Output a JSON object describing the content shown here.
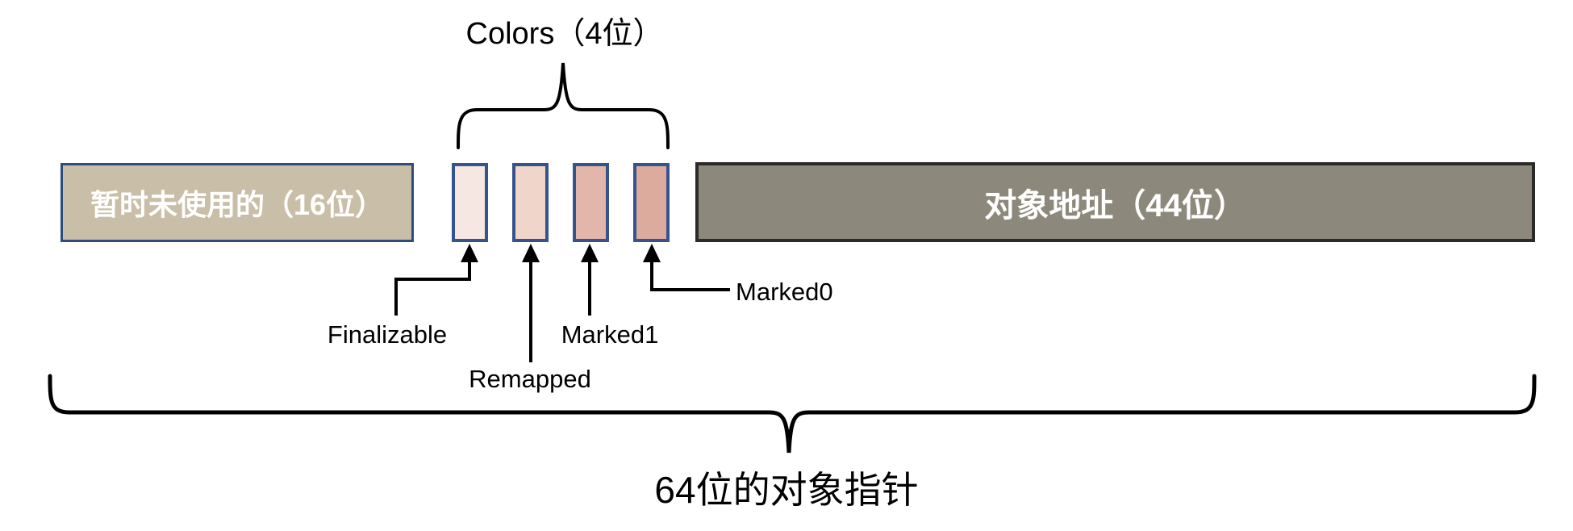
{
  "top_label": {
    "text": "Colors（4位）"
  },
  "fields": {
    "unused": {
      "label": "暂时未使用的（16位）",
      "fill": "#c9bfa9",
      "border": "#2e4d7b",
      "text_color": "#ffffff"
    },
    "color_bits": [
      {
        "name": "Finalizable",
        "fill": "#f6e7e3"
      },
      {
        "name": "Remapped",
        "fill": "#f0d6ca"
      },
      {
        "name": "Marked1",
        "fill": "#e2b6aa"
      },
      {
        "name": "Marked0",
        "fill": "#dcab9e"
      }
    ],
    "address": {
      "label": "对象地址（44位）",
      "fill": "#8c897c",
      "border": "#2a2a28",
      "text_color": "#ffffff"
    }
  },
  "bottom_label": {
    "text": "64位的对象指针"
  },
  "palette": {
    "line": "#000000",
    "bit_border": "#35548b",
    "background": "#ffffff"
  }
}
